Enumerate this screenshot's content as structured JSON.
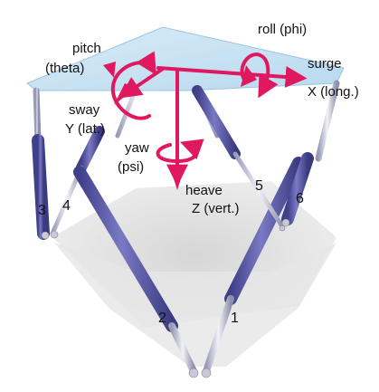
{
  "diagram": {
    "subject": "Stewart platform (hexapod) motion axes",
    "dof_labels": {
      "pitch": "pitch",
      "pitch_symbol": "(theta)",
      "roll": "roll (phi)",
      "surge": "surge",
      "surge_axis": "X (long.)",
      "sway": "sway",
      "sway_axis": "Y (lat.)",
      "yaw": "yaw",
      "yaw_symbol": "(psi)",
      "heave": "heave",
      "heave_axis": "Z (vert.)"
    },
    "actuator_numbers": [
      "1",
      "2",
      "3",
      "4",
      "5",
      "6"
    ],
    "colors": {
      "actuator": "#5b5ba8",
      "actuator_light": "#b8b8e0",
      "platform": "#c9e3f2",
      "arrows": "#e0185f",
      "shadow": "#d6d6d6"
    }
  }
}
